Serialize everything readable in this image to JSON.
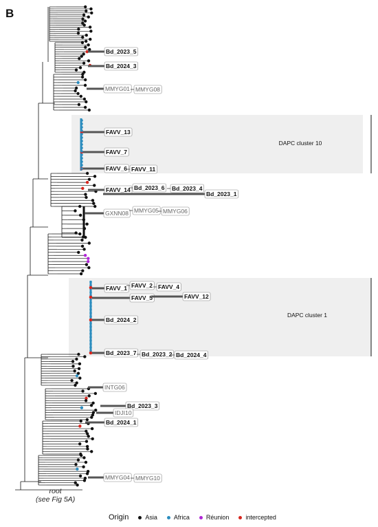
{
  "panel_letter": "B",
  "root_note": [
    "root",
    "(see Fig 5A)"
  ],
  "colors": {
    "Asia": "#111111",
    "Africa": "#2b8cbe",
    "Réunion": "#b026d6",
    "intercepted": "#d7261e",
    "cluster_shade": "#efefef",
    "branch": "#111111",
    "thick_branch": "#555555"
  },
  "clusters": [
    {
      "label": "DAPC cluster 10"
    },
    {
      "label": "DAPC cluster 1"
    }
  ],
  "sample_labels": [
    {
      "text": "Bd_2023_5",
      "style": "bold"
    },
    {
      "text": "Bd_2024_3",
      "style": "bold"
    },
    {
      "text": "MMYG01",
      "style": "grey"
    },
    {
      "text": "MMYG08",
      "style": "grey"
    },
    {
      "text": "FAVV_13",
      "style": "bold"
    },
    {
      "text": "FAVV_7",
      "style": "bold"
    },
    {
      "text": "FAVV_6",
      "style": "bold"
    },
    {
      "text": "FAVV_11",
      "style": "bold"
    },
    {
      "text": "FAVV_14",
      "style": "bold"
    },
    {
      "text": "Bd_2023_6",
      "style": "bold"
    },
    {
      "text": "Bd_2023_4",
      "style": "bold"
    },
    {
      "text": "Bd_2023_1",
      "style": "bold"
    },
    {
      "text": "GXNN08",
      "style": "grey"
    },
    {
      "text": "MMYG05",
      "style": "grey"
    },
    {
      "text": "MMYG06",
      "style": "grey"
    },
    {
      "text": "FAVV_1",
      "style": "bold"
    },
    {
      "text": "FAVV_2",
      "style": "bold"
    },
    {
      "text": "FAVV_4",
      "style": "bold"
    },
    {
      "text": "FAVV_5",
      "style": "bold"
    },
    {
      "text": "FAVV_12",
      "style": "bold"
    },
    {
      "text": "Bd_2024_2",
      "style": "bold"
    },
    {
      "text": "Bd_2023_7",
      "style": "bold"
    },
    {
      "text": "Bd_2023_2",
      "style": "bold"
    },
    {
      "text": "Bd_2024_4",
      "style": "bold"
    },
    {
      "text": "INTG06",
      "style": "grey"
    },
    {
      "text": "Bd_2023_3",
      "style": "bold"
    },
    {
      "text": "IDJI10",
      "style": "grey"
    },
    {
      "text": "Bd_2024_1",
      "style": "bold"
    },
    {
      "text": "MMYG04",
      "style": "grey"
    },
    {
      "text": "MMYG10",
      "style": "grey"
    }
  ],
  "legend": {
    "title": "Origin",
    "items": [
      {
        "label": "Asia",
        "color": "#111111"
      },
      {
        "label": "Africa",
        "color": "#2b8cbe"
      },
      {
        "label": "Réunion",
        "color": "#b026d6"
      },
      {
        "label": "intercepted",
        "color": "#d7261e"
      }
    ]
  }
}
